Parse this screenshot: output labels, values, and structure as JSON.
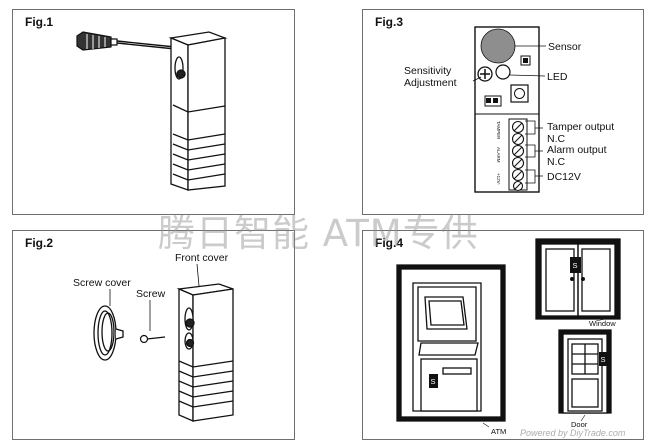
{
  "figures": {
    "fig1": {
      "title": "Fig.1"
    },
    "fig2": {
      "title": "Fig.2",
      "labels": {
        "front_cover": "Front cover",
        "screw_cover": "Screw cover",
        "screw": "Screw"
      }
    },
    "fig3": {
      "title": "Fig.3",
      "labels": {
        "sensor": "Sensor",
        "led": "LED",
        "sensitivity": "Sensitivity",
        "adjustment": "Adjustment",
        "tamper_output": "Tamper output",
        "nc_1": "N.C",
        "alarm_output": "Alarm output",
        "nc_2": "N.C",
        "dc12v": "DC12V"
      },
      "board_text": {
        "tamper": "TAMPER",
        "alarm": "ALARM",
        "power": "+12V-"
      }
    },
    "fig4": {
      "title": "Fig.4",
      "labels": {
        "window": "Window",
        "door": "Door",
        "atm": "ATM",
        "sensor_mark": "S"
      }
    }
  },
  "watermark": "腾日智能 ATM专供",
  "credit": "Powered by DiyTrade.com"
}
